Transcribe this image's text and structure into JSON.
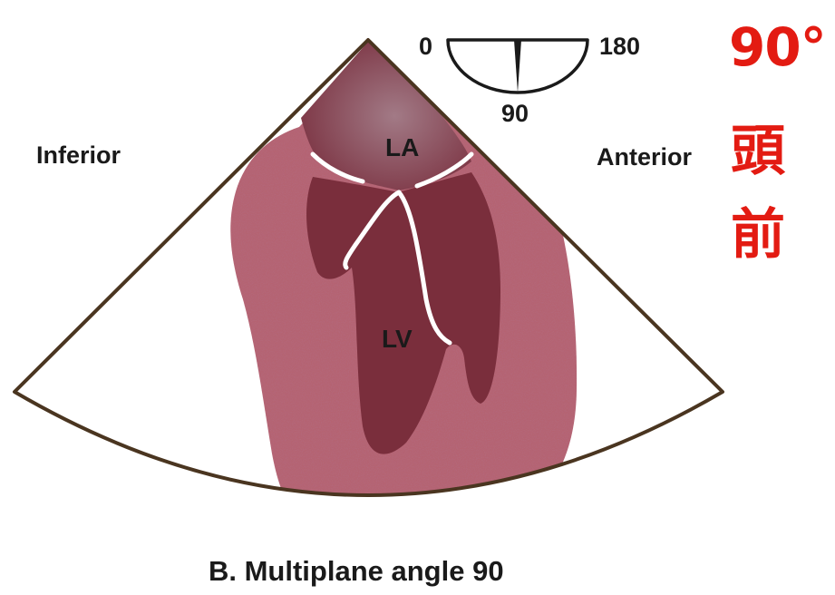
{
  "labels": {
    "inferior": "Inferior",
    "anterior": "Anterior",
    "la": "LA",
    "lv": "LV"
  },
  "dial": {
    "left": "0",
    "right": "180",
    "bottom": "90",
    "angle_degrees": 90
  },
  "caption": "B. Multiplane angle 90",
  "annotation": {
    "angle": "90°",
    "line2": "頭",
    "line3": "前"
  },
  "colors": {
    "myocardium": "#b35f6c",
    "chamber": "#7a2e3c",
    "sector_outline": "#4a3520",
    "annotation": "#e31b12"
  }
}
